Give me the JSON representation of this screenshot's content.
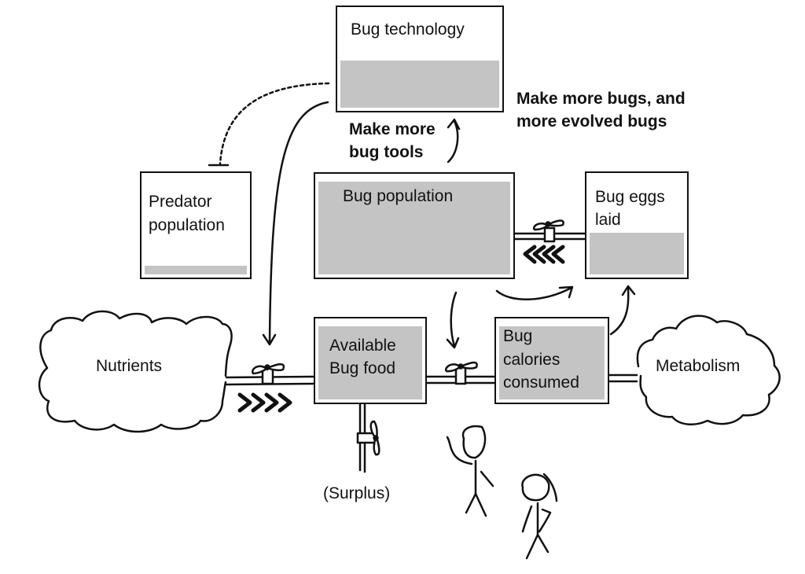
{
  "diagram": {
    "title": "Bug ecosystem stock and flow diagram",
    "stocks": {
      "bug_technology": {
        "label": "Bug technology",
        "fill_fraction": 0.52
      },
      "predator_population": {
        "label_line1": "Predator",
        "label_line2": "population",
        "fill_fraction": 0.1
      },
      "bug_population": {
        "label": "Bug population",
        "fill_fraction": 0.94
      },
      "bug_eggs_laid": {
        "label_line1": "Bug eggs",
        "label_line2": "laid",
        "fill_fraction": 0.42
      },
      "available_bug_food": {
        "label_line1": "Available",
        "label_line2": "Bug food",
        "fill_fraction": 0.9
      },
      "bug_calories_consumed": {
        "label_line1": "Bug",
        "label_line2": "calories",
        "label_line3": "consumed",
        "fill_fraction": 0.9
      }
    },
    "clouds": {
      "nutrients": {
        "label": "Nutrients"
      },
      "metabolism": {
        "label": "Metabolism"
      }
    },
    "annotations": {
      "make_more_tools_line1": "Make more",
      "make_more_tools_line2": "bug tools",
      "make_more_bugs_line1": "Make more bugs, and",
      "make_more_bugs_line2": "more evolved bugs",
      "surplus": "(Surplus)"
    },
    "colors": {
      "stroke": "#111111",
      "fill": "#c4c4c4",
      "background": "#ffffff"
    }
  }
}
